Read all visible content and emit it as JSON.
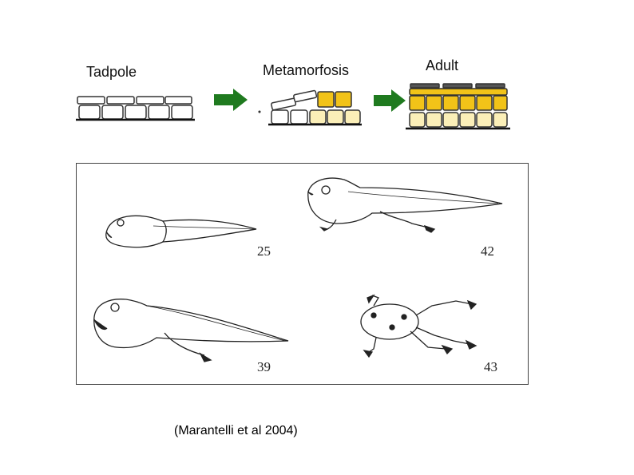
{
  "top": {
    "tadpole_label": "Tadpole",
    "metamorfosis_label": "Metamorfosis",
    "adult_label": "Adult",
    "colors": {
      "arrow": "#1f7a1f",
      "yellow": "#f2c318",
      "pale": "#fbefb8",
      "cell_stroke": "#333333"
    }
  },
  "panel": {
    "stages": [
      "25",
      "42",
      "39",
      "43"
    ]
  },
  "citation": "(Marantelli et al 2004)"
}
